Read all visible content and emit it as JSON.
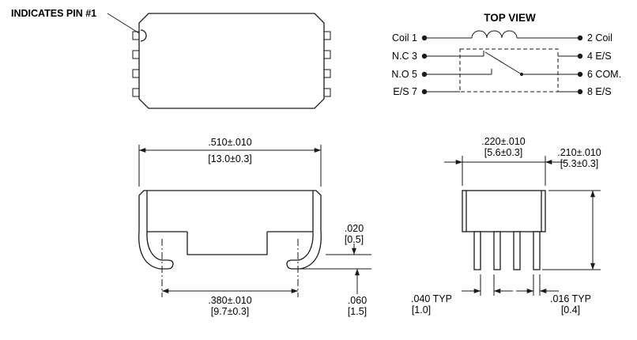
{
  "note": {
    "pin1": "INDICATES PIN #1"
  },
  "schematic": {
    "title": "TOP VIEW",
    "left": [
      "Coil 1",
      "N.C 3",
      "N.O 5",
      "E/S 7"
    ],
    "right": [
      "2 Coil",
      "4 E/S",
      "6 COM.",
      "8 E/S"
    ]
  },
  "dimensions": {
    "body_width": {
      "in": ".510±.010",
      "mm": "[13.0±0.3]"
    },
    "lead_thickness": {
      "in": ".020",
      "mm": "[0.5]"
    },
    "foot_height": {
      "in": ".060",
      "mm": "[1.5]"
    },
    "lead_span": {
      "in": ".380±.010",
      "mm": "[9.7±0.3]"
    },
    "body_depth": {
      "in": ".220±.010",
      "mm": "[5.6±0.3]"
    },
    "body_height": {
      "in": ".210±.010",
      "mm": "[5.3±0.3]"
    },
    "lead_pitch": {
      "in": ".040 TYP",
      "mm": "[1.0]"
    },
    "lead_width": {
      "in": ".016 TYP",
      "mm": "[0.4]"
    }
  }
}
